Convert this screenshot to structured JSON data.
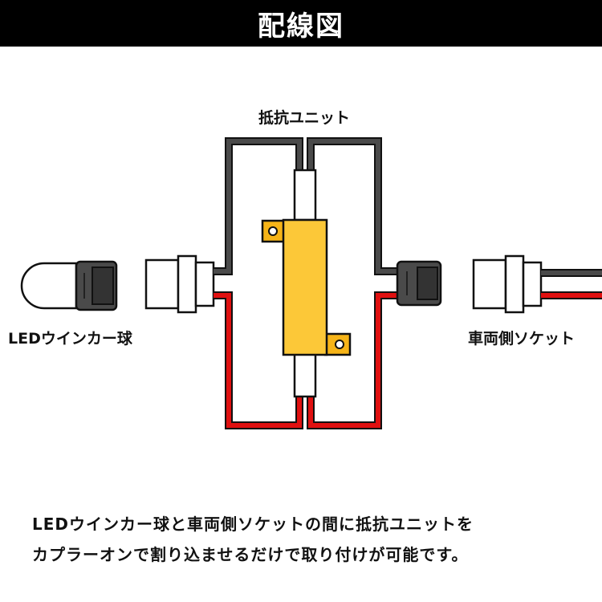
{
  "header": {
    "title": "配線図"
  },
  "labels": {
    "resistor_unit": "抵抗ユニット",
    "led_bulb": "LEDウインカー球",
    "vehicle_socket": "車両側ソケット"
  },
  "caption": {
    "line1": "LEDウインカー球と車両側ソケットの間に抵抗ユニットを",
    "line2": "カプラーオンで割り込ませるだけで取り付けが可能です。"
  },
  "colors": {
    "header_bg": "#000000",
    "wire_black": "#444444",
    "wire_red": "#e01010",
    "resistor_body": "#fcc838",
    "tab": "#f6b418",
    "connector": "#4a4a4a"
  }
}
